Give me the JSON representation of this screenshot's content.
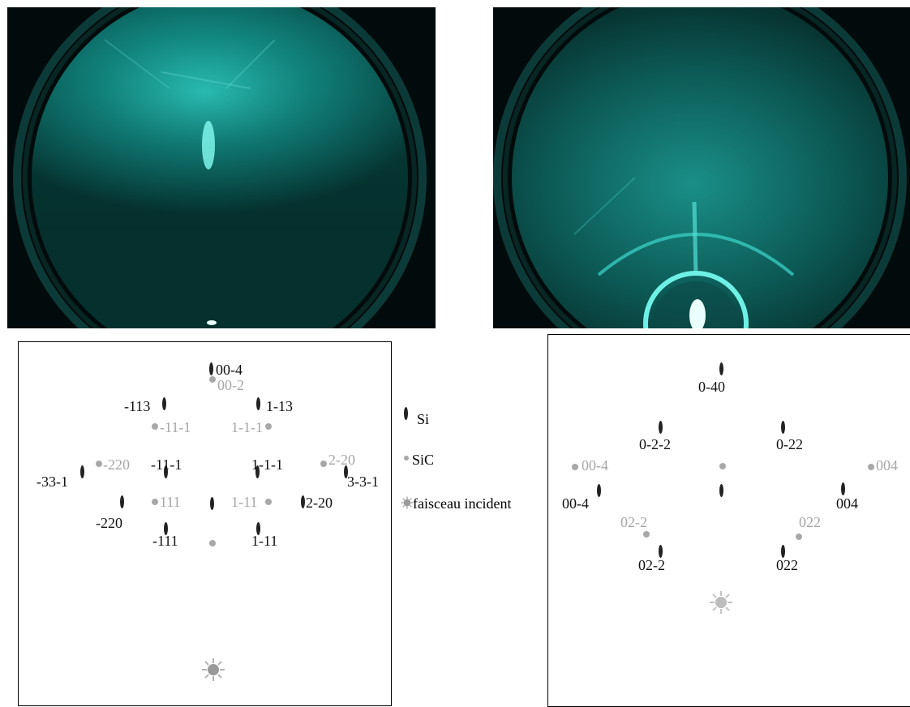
{
  "legend": {
    "si_label": "Si",
    "sic_label": "SiC",
    "beam_label": "faisceau incident"
  },
  "colors": {
    "si": "#222222",
    "sic": "#a8a8a8",
    "beam": "#999999",
    "phosphor": "#1ee6d8"
  },
  "left_diagram": {
    "labels": [
      "00-4",
      "00-2",
      "-113",
      "1-13",
      "-11-1",
      "1-1-1",
      "-220",
      "-11-1",
      "1-1-1",
      "2-20",
      "-33-1",
      "3-3-1",
      "111",
      "1-11",
      "-220",
      "2-20",
      "-111",
      "1-11"
    ],
    "species": [
      "si",
      "sic",
      "si",
      "si",
      "sic",
      "sic",
      "sic",
      "si",
      "si",
      "sic",
      "si",
      "si",
      "sic",
      "sic",
      "si",
      "si",
      "si",
      "si"
    ]
  },
  "right_diagram": {
    "labels": [
      "0-40",
      "0-2-2",
      "0-22",
      "00-4",
      "004",
      "00-4",
      "004",
      "02-2",
      "022",
      "02-2",
      "022"
    ],
    "species": [
      "si",
      "si",
      "si",
      "sic",
      "sic",
      "si",
      "si",
      "sic",
      "sic",
      "si",
      "si"
    ]
  }
}
